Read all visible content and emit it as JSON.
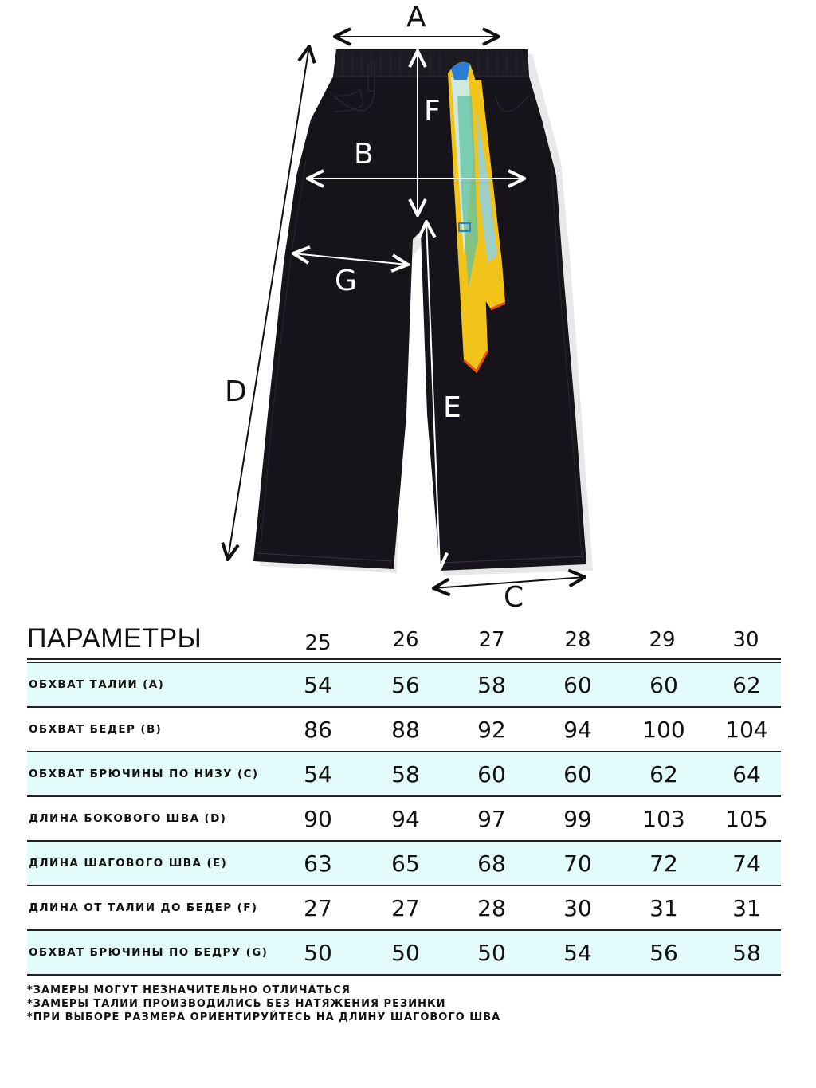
{
  "diagram": {
    "garment": "wide-leg black jeans with silk scarf belt",
    "labels": {
      "A": "A",
      "B": "B",
      "C": "C",
      "D": "D",
      "E": "E",
      "F": "F",
      "G": "G"
    },
    "colors": {
      "fabric": "#17131a",
      "scarf_yellow": "#f2c318",
      "scarf_teal": "#5ec2a4",
      "scarf_blue": "#2a7fd4",
      "scarf_edge": "#e9501c",
      "arrow_dark": "#111111",
      "arrow_light": "#ffffff"
    }
  },
  "table": {
    "title": "ПАРАМЕТРЫ",
    "sizes": [
      "25",
      "26",
      "27",
      "28",
      "29",
      "30"
    ],
    "rows": [
      {
        "label": "ОБХВАТ ТАЛИИ (A)",
        "values": [
          "54",
          "56",
          "58",
          "60",
          "60",
          "62"
        ],
        "tint": true
      },
      {
        "label": "ОБХВАТ БЕДЕР (B)",
        "values": [
          "86",
          "88",
          "92",
          "94",
          "100",
          "104"
        ],
        "tint": false
      },
      {
        "label": "ОБХВАТ БРЮЧИНЫ ПО НИЗУ (C)",
        "values": [
          "54",
          "58",
          "60",
          "60",
          "62",
          "64"
        ],
        "tint": true
      },
      {
        "label": "ДЛИНА БОКОВОГО ШВА (D)",
        "values": [
          "90",
          "94",
          "97",
          "99",
          "103",
          "105"
        ],
        "tint": false
      },
      {
        "label": "ДЛИНА ШАГОВОГО ШВА (E)",
        "values": [
          "63",
          "65",
          "68",
          "70",
          "72",
          "74"
        ],
        "tint": true
      },
      {
        "label": "ДЛИНА ОТ ТАЛИИ ДО БЕДЕР (F)",
        "values": [
          "27",
          "27",
          "28",
          "30",
          "31",
          "31"
        ],
        "tint": false
      },
      {
        "label": "ОБХВАТ БРЮЧИНЫ ПО БЕДРУ (G)",
        "values": [
          "50",
          "50",
          "50",
          "54",
          "56",
          "58"
        ],
        "tint": true
      }
    ],
    "colors": {
      "row_tint": "#e4fbfb",
      "rule": "#222222"
    }
  },
  "notes": [
    "*ЗАМЕРЫ МОГУТ НЕЗНАЧИТЕЛЬНО ОТЛИЧАТЬСЯ",
    "*ЗАМЕРЫ ТАЛИИ ПРОИЗВОДИЛИСЬ БЕЗ НАТЯЖЕНИЯ РЕЗИНКИ",
    "*ПРИ ВЫБОРЕ РАЗМЕРА ОРИЕНТИРУЙТЕСЬ НА ДЛИНУ ШАГОВОГО ШВА"
  ]
}
